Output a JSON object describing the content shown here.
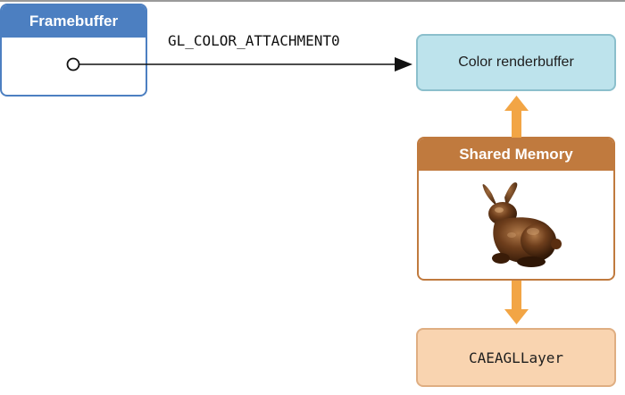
{
  "framebuffer": {
    "title": "Framebuffer"
  },
  "attachment": {
    "label": "GL_COLOR_ATTACHMENT0"
  },
  "color_renderbuffer": {
    "label": "Color renderbuffer"
  },
  "shared_memory": {
    "title": "Shared Memory",
    "image": "bunny-model-image"
  },
  "layer": {
    "label": "CAEAGLLayer"
  },
  "colors": {
    "framebuffer": "#4c7fc1",
    "renderbuffer": "#bde3ec",
    "shared_memory": "#c07a3e",
    "layer": "#f9d4b0",
    "arrow": "#f2a545"
  }
}
